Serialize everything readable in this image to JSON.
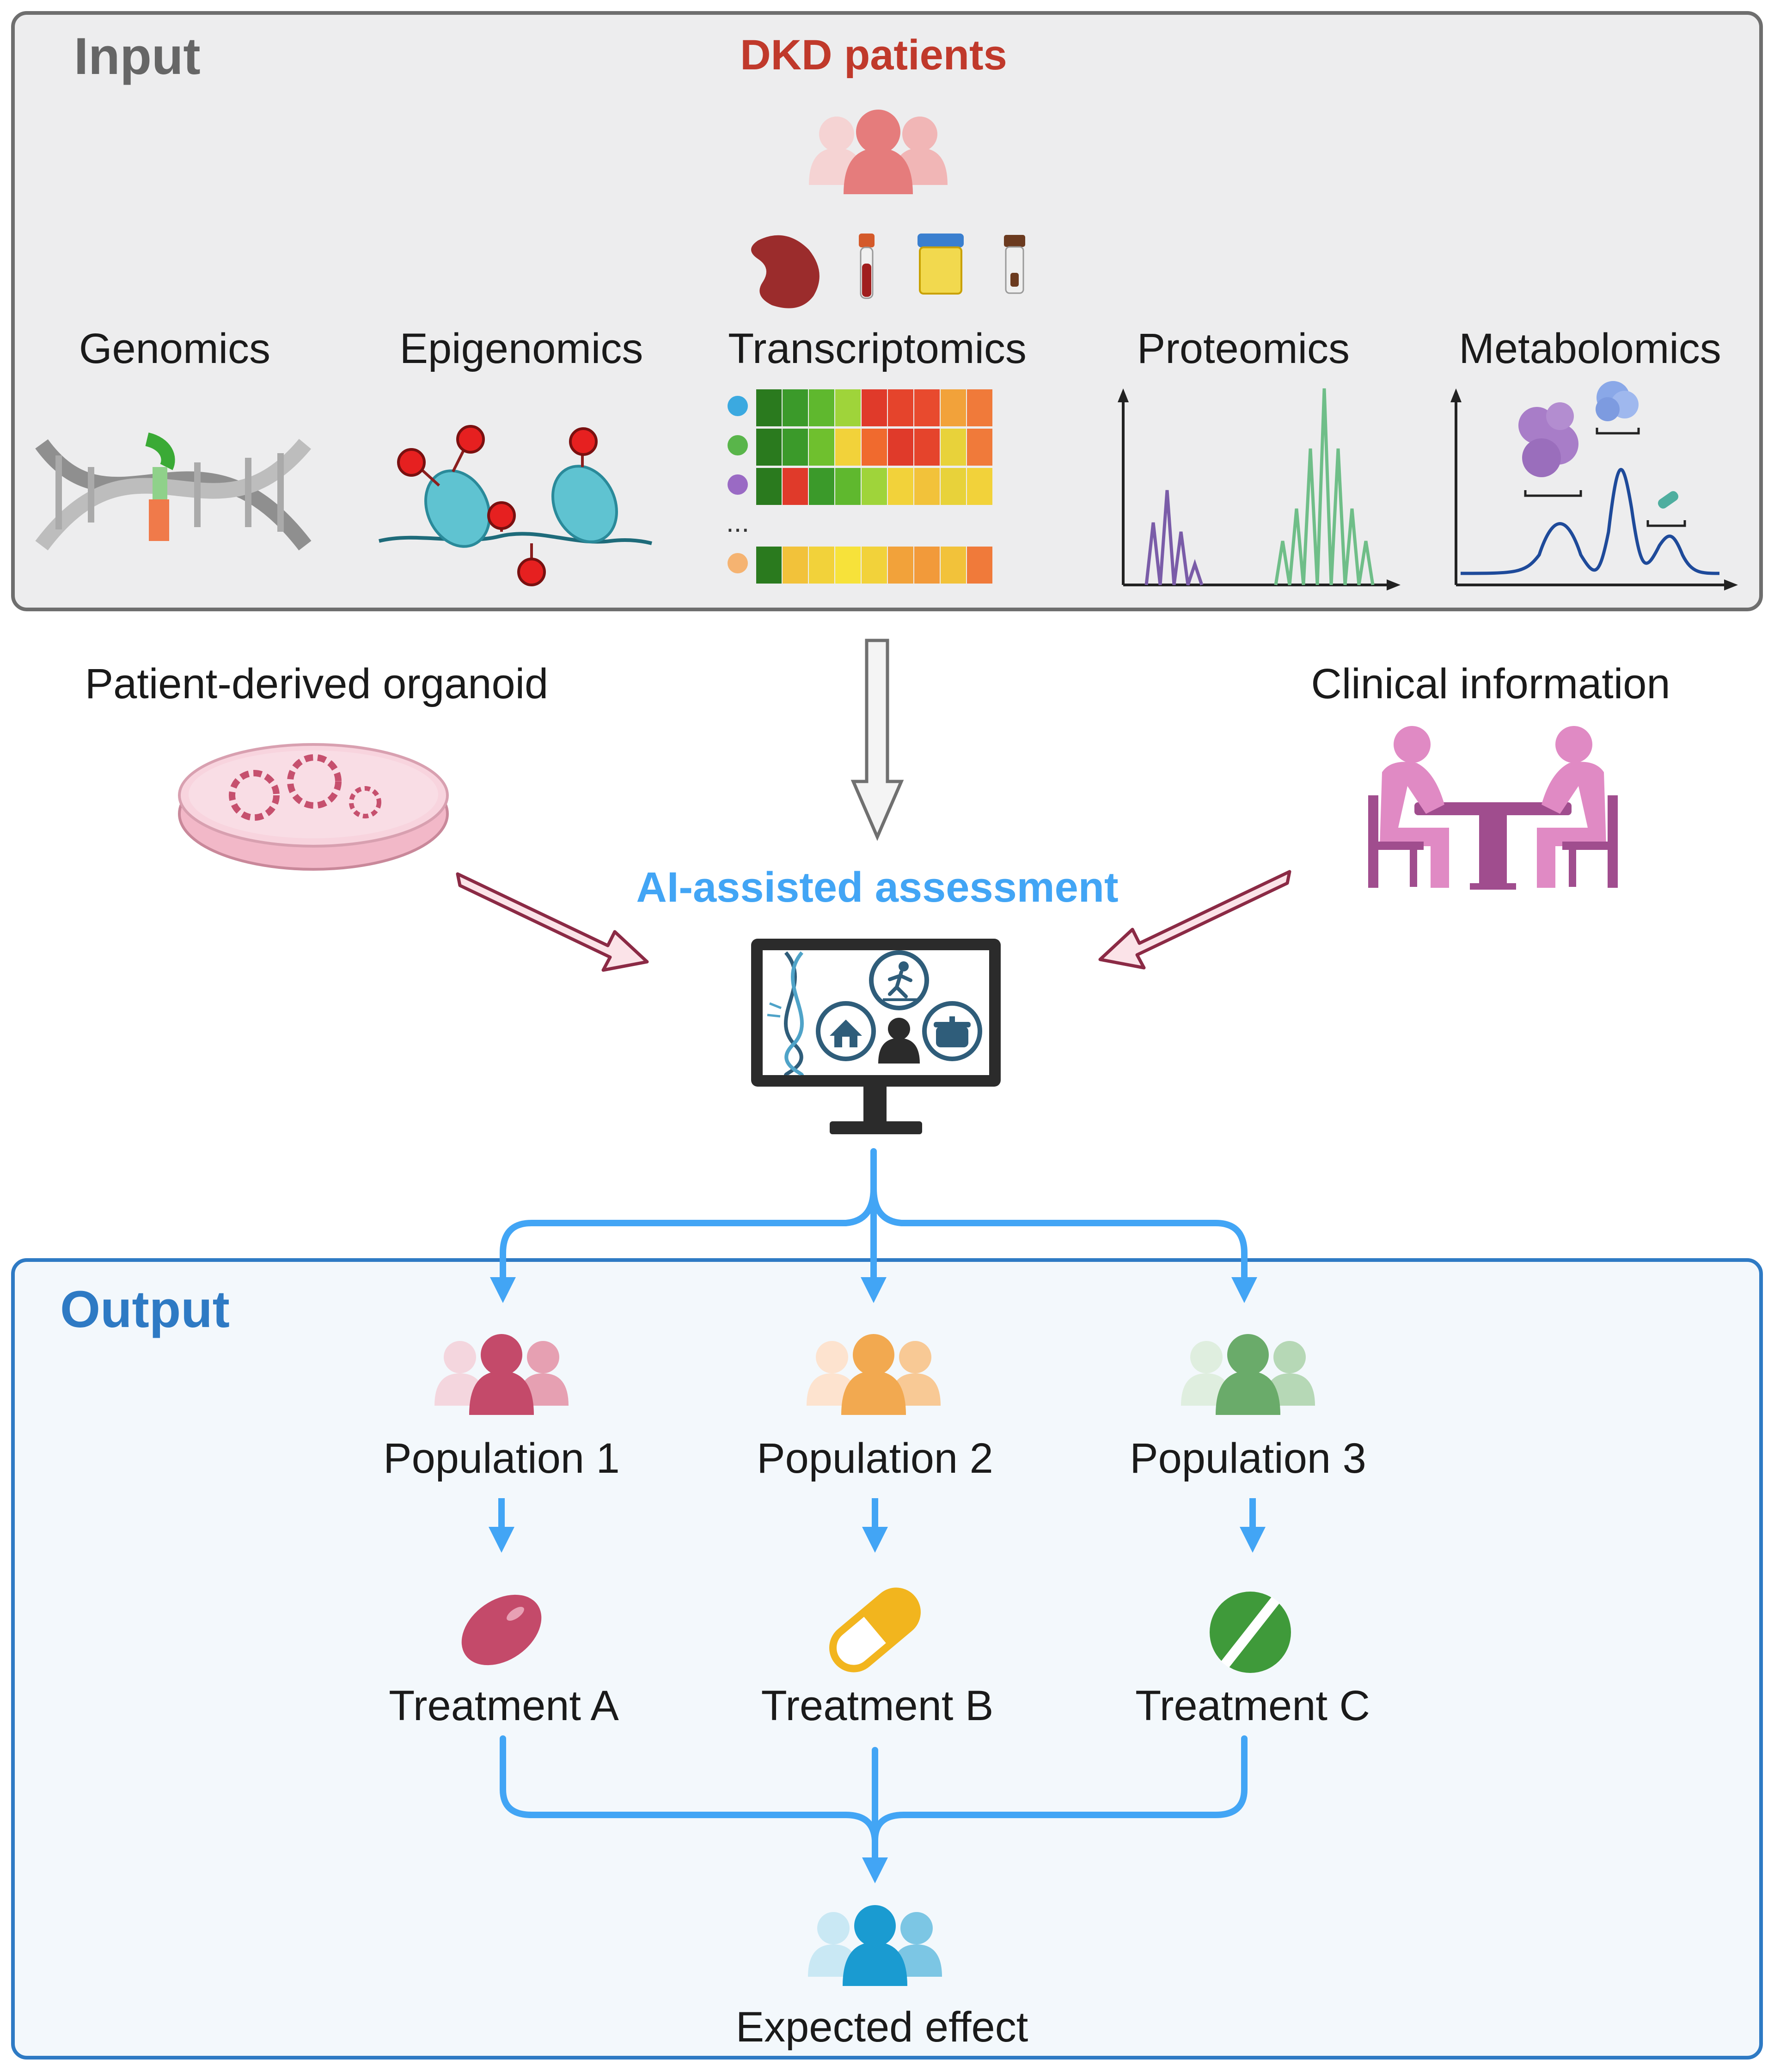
{
  "input": {
    "title": "Input",
    "patients_label": "DKD patients",
    "omics": [
      {
        "name": "genomics",
        "label": "Genomics"
      },
      {
        "name": "epigenomics",
        "label": "Epigenomics"
      },
      {
        "name": "transcriptomics",
        "label": "Transcriptomics"
      },
      {
        "name": "proteomics",
        "label": "Proteomics"
      },
      {
        "name": "metabolomics",
        "label": "Metabolomics"
      }
    ],
    "heatmap_ellipsis": "..."
  },
  "side_inputs": {
    "organoid_label": "Patient-derived organoid",
    "clinical_label": "Clinical information"
  },
  "assessment": {
    "label": "AI-assisted assessment"
  },
  "output": {
    "title": "Output",
    "populations": [
      {
        "label": "Population 1",
        "treatment": "Treatment A",
        "color": "#c44a6a"
      },
      {
        "label": "Population 2",
        "treatment": "Treatment B",
        "color": "#f2a950"
      },
      {
        "label": "Population 3",
        "treatment": "Treatment C",
        "color": "#6aab6a"
      }
    ],
    "result_label": "Expected effect"
  },
  "colors": {
    "input_title": "#666666",
    "patients": "#c0392b",
    "assessment": "#42a5f5",
    "output_title": "#2e7ac4",
    "flow": "#42a5f5",
    "pink_arrow": "#8b2a45"
  }
}
